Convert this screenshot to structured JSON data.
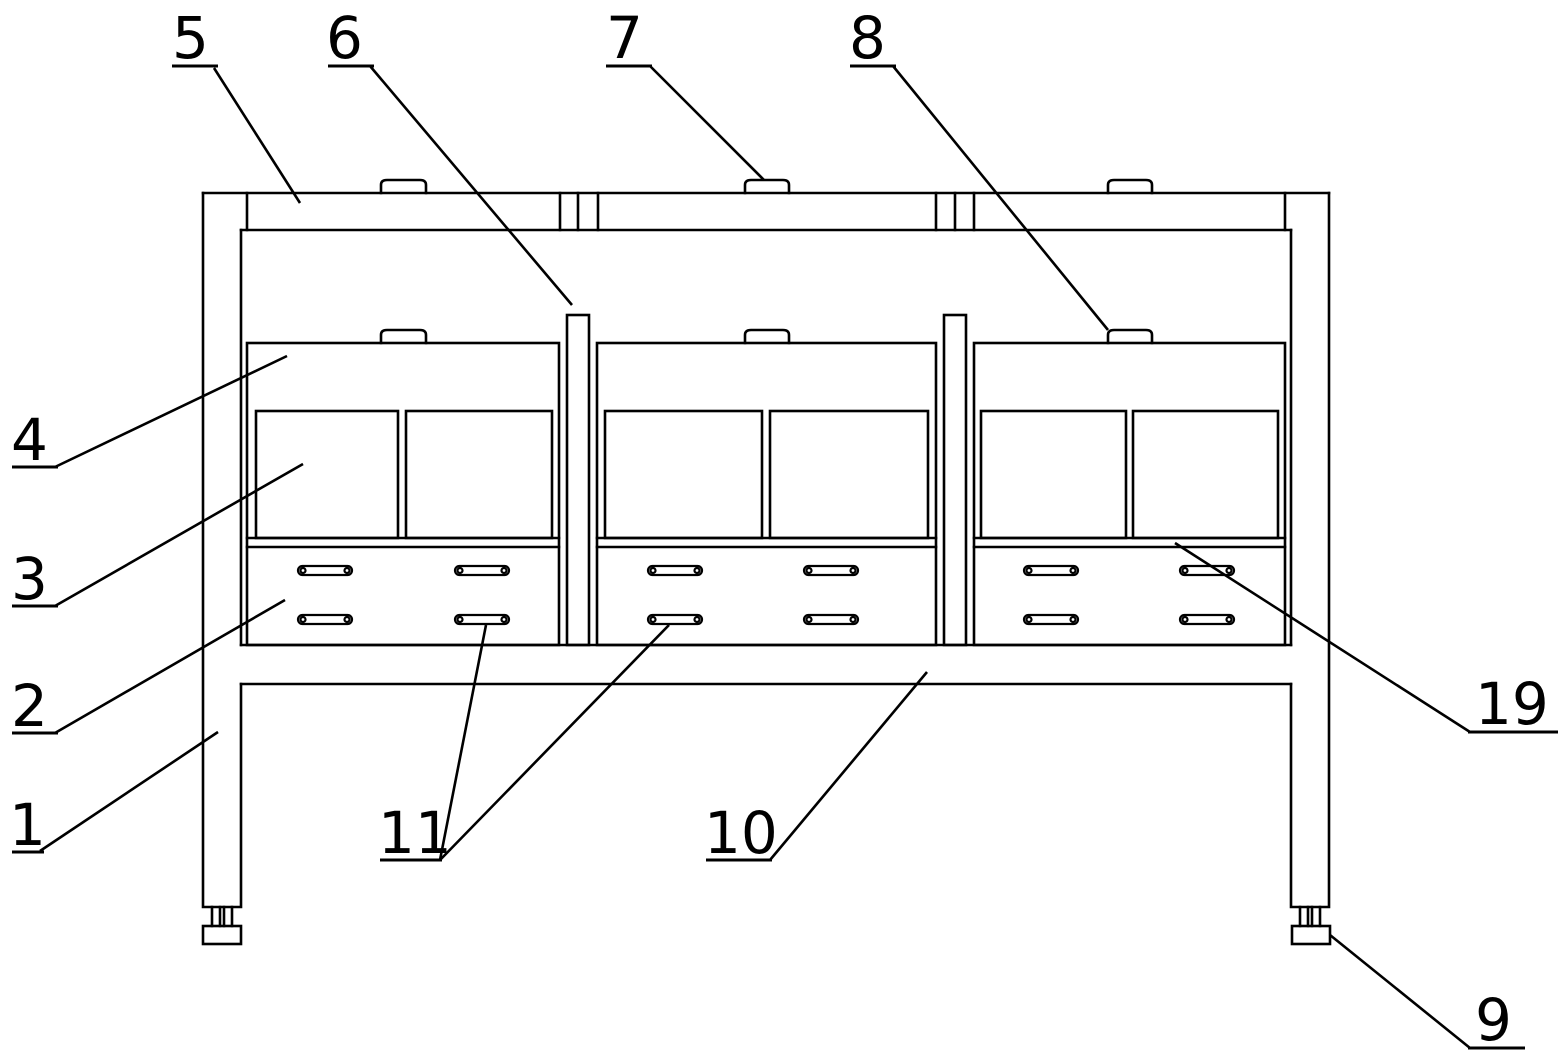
{
  "labels": {
    "l1": "1",
    "l2": "2",
    "l3": "3",
    "l4": "4",
    "l5": "5",
    "l6": "6",
    "l7": "7",
    "l8": "8",
    "l9": "9",
    "l10": "10",
    "l11": "11",
    "l19": "19"
  },
  "colors": {
    "line": "#000000",
    "background": "#ffffff"
  }
}
